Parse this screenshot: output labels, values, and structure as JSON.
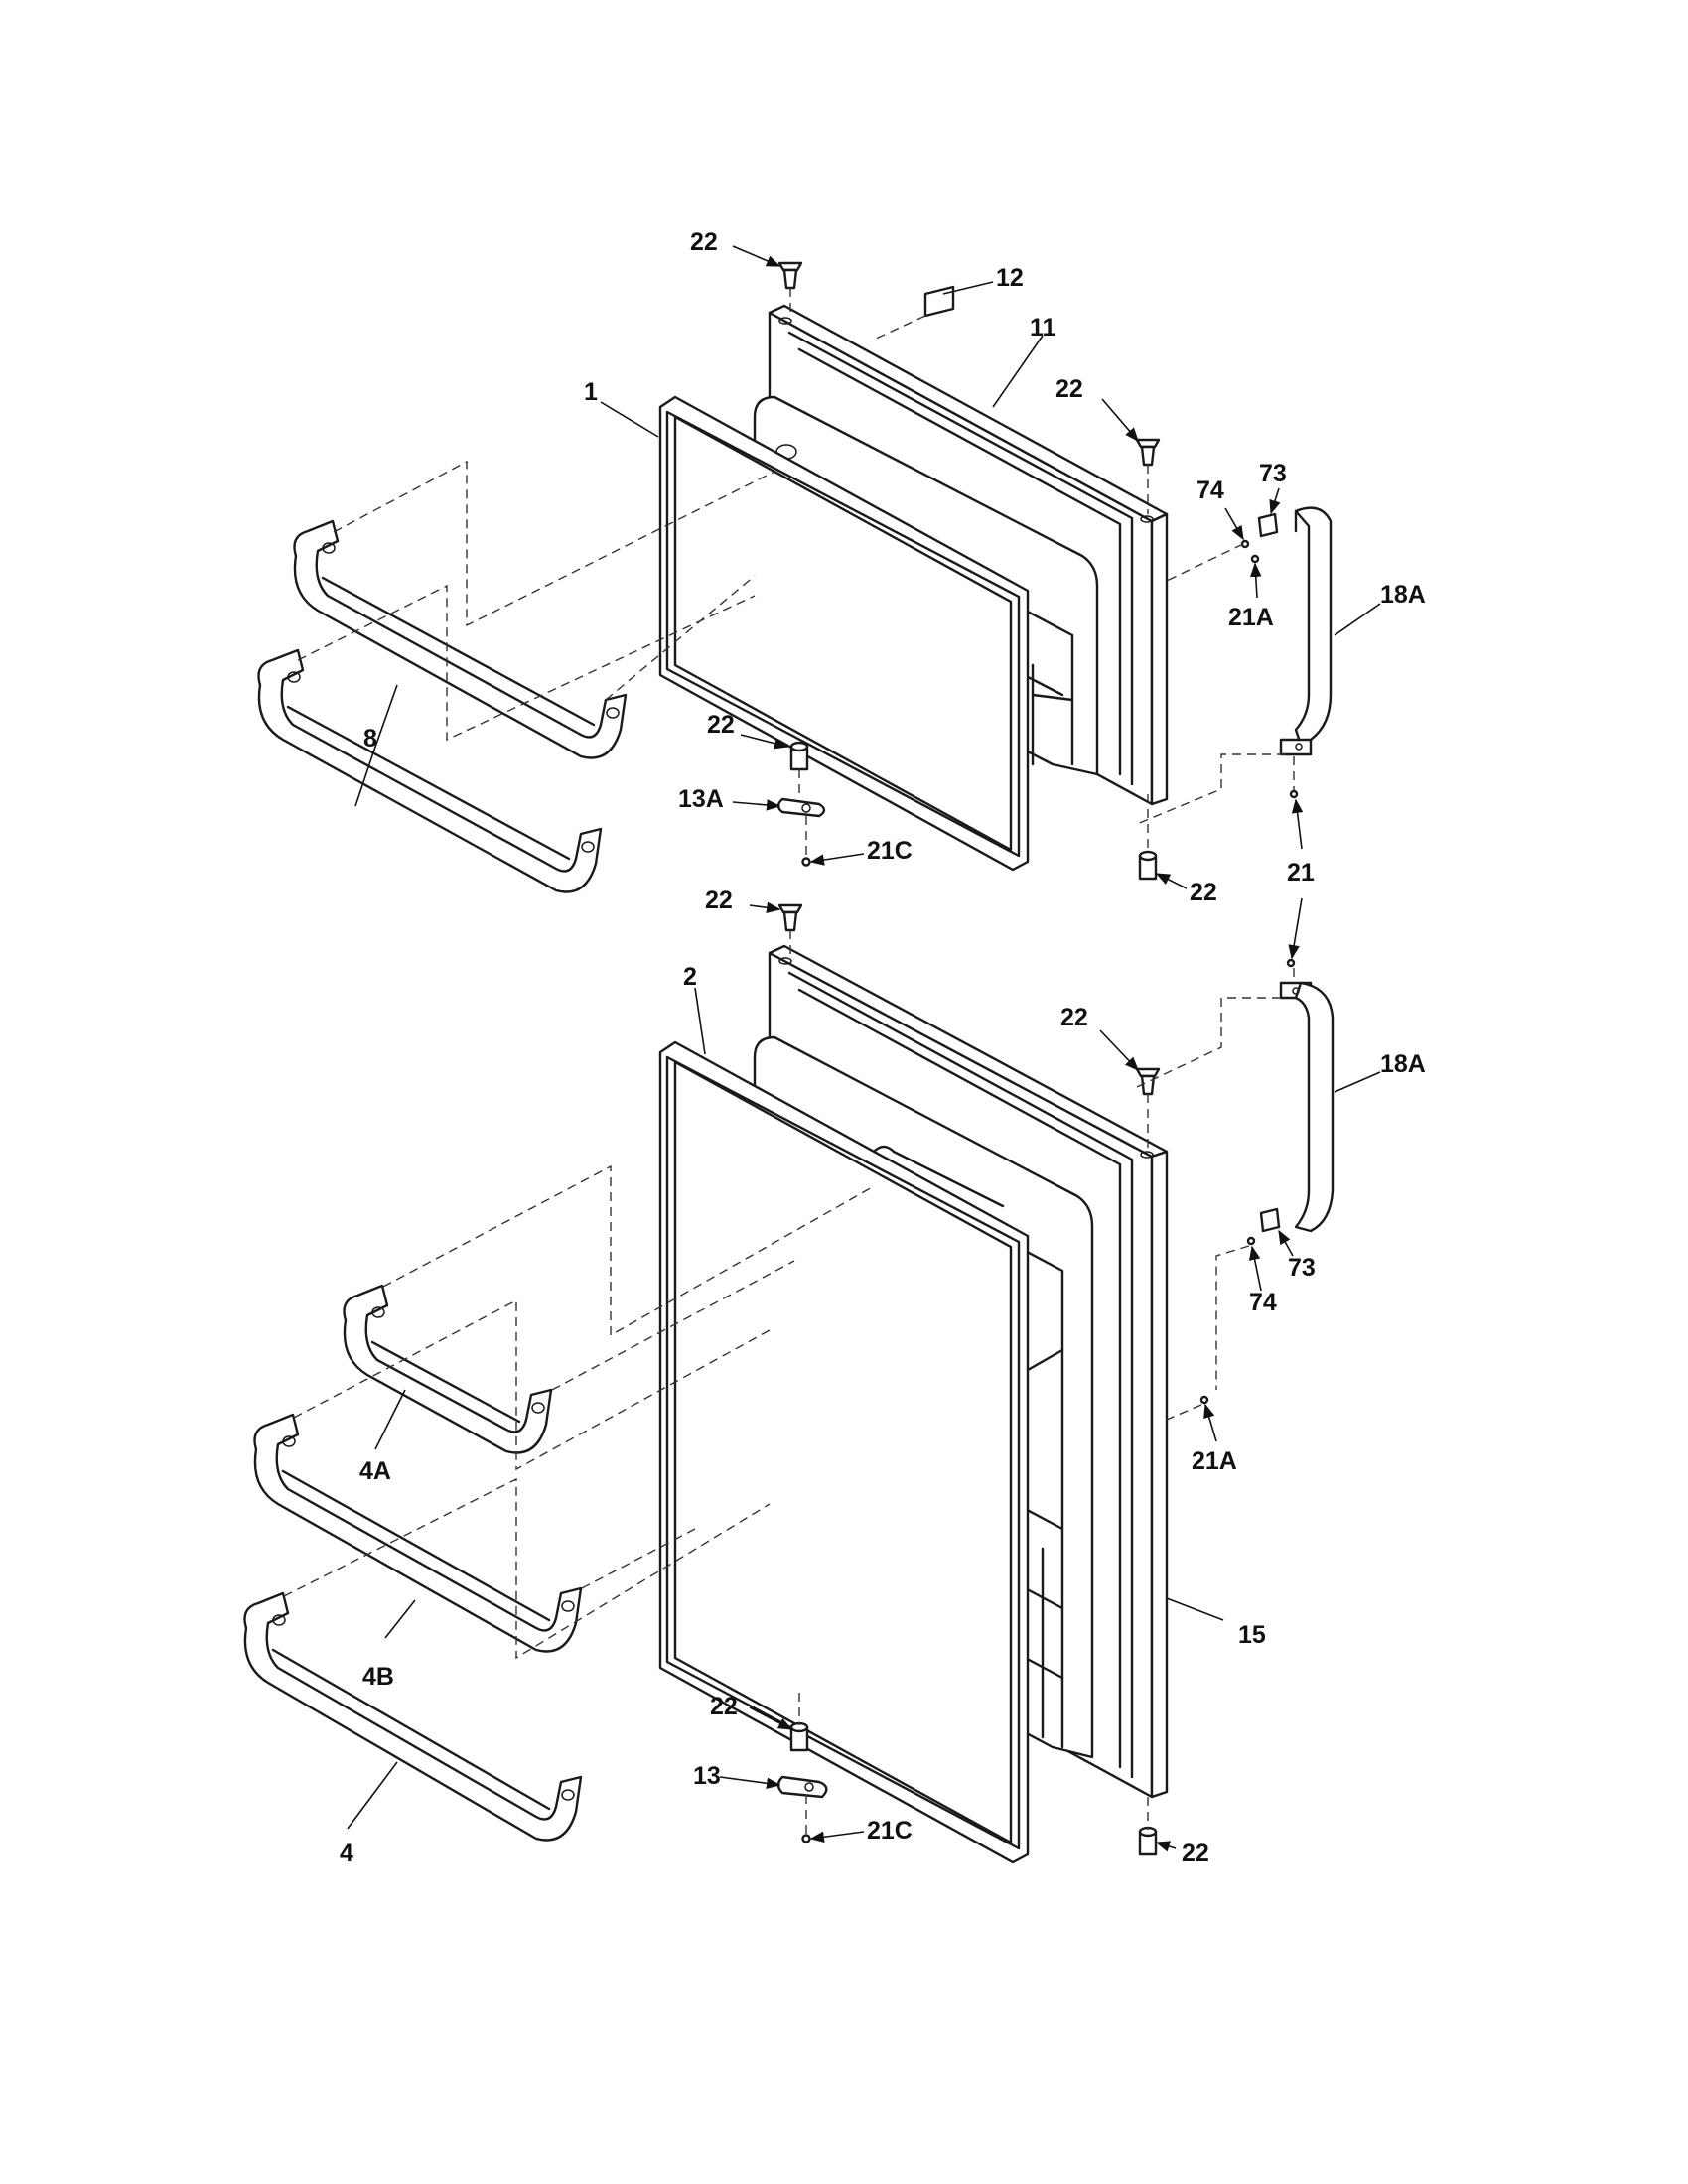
{
  "callouts": {
    "c_22_a": "22",
    "c_12": "12",
    "c_11": "11",
    "c_22_b": "22",
    "c_1": "1",
    "c_74_a": "74",
    "c_73_a": "73",
    "c_18A_a": "18A",
    "c_21A_a": "21A",
    "c_8": "8",
    "c_22_c": "22",
    "c_13A": "13A",
    "c_21C_a": "21C",
    "c_22_d": "22",
    "c_21": "21",
    "c_22_e": "22",
    "c_2": "2",
    "c_22_f": "22",
    "c_18A_b": "18A",
    "c_73_b": "73",
    "c_74_b": "74",
    "c_21A_b": "21A",
    "c_4A": "4A",
    "c_4B": "4B",
    "c_15": "15",
    "c_22_g": "22",
    "c_13": "13",
    "c_21C_b": "21C",
    "c_4": "4",
    "c_22_h": "22"
  }
}
